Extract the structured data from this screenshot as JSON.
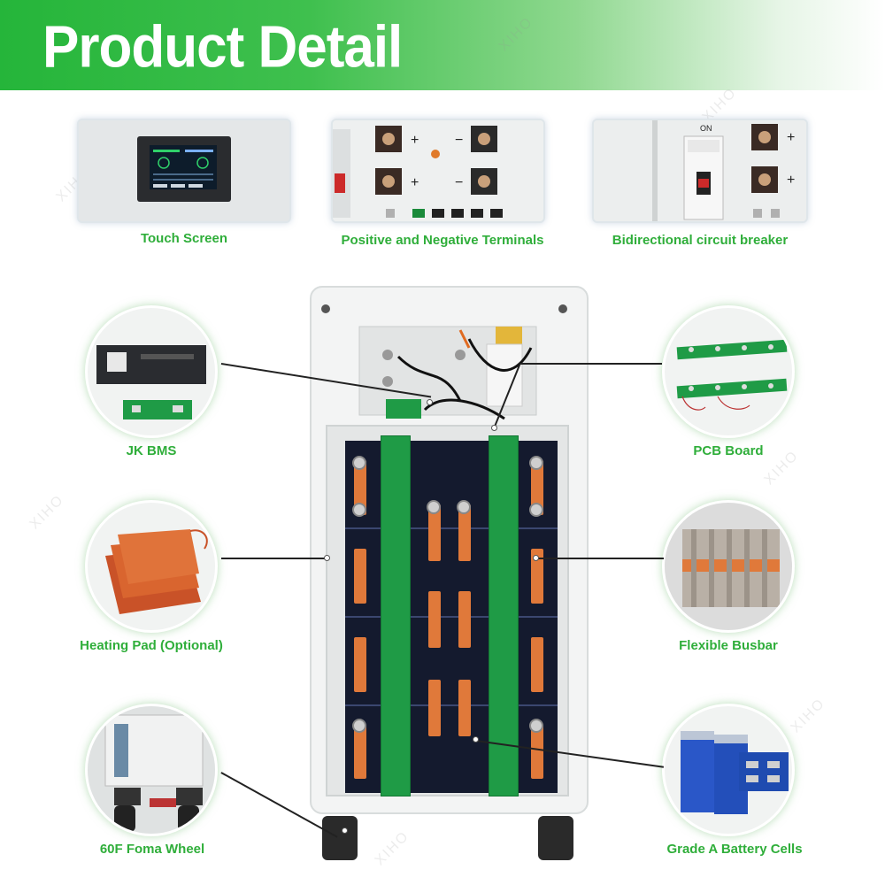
{
  "header": {
    "title": "Product Detail"
  },
  "watermark": "XIHO",
  "top_features": [
    {
      "label": "Touch Screen"
    },
    {
      "label": "Positive and Negative Terminals"
    },
    {
      "label": "Bidirectional circuit breaker"
    }
  ],
  "side_features": [
    {
      "label": "JK BMS"
    },
    {
      "label": "PCB Board"
    },
    {
      "label": "Heating Pad (Optional)"
    },
    {
      "label": "Flexible Busbar"
    },
    {
      "label": "60F Foma Wheel"
    },
    {
      "label": "Grade A Battery Cells"
    }
  ],
  "colors": {
    "accent": "#2fae3a",
    "banner": "#25b53a"
  }
}
